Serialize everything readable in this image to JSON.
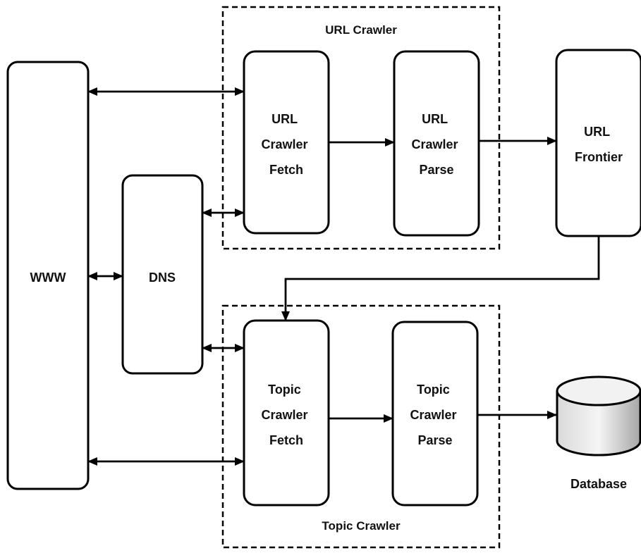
{
  "colors": {
    "stroke": "#000000",
    "fill": "#ffffff",
    "db_top": "#f2f2f2",
    "db_side": "#bdbdbd"
  },
  "groups": {
    "url_crawler": {
      "label": "URL Crawler"
    },
    "topic_crawler": {
      "label": "Topic Crawler"
    }
  },
  "nodes": {
    "www": {
      "lines": [
        "WWW"
      ]
    },
    "dns": {
      "lines": [
        "DNS"
      ]
    },
    "url_fetch": {
      "lines": [
        "URL",
        "Crawler",
        "Fetch"
      ]
    },
    "url_parse": {
      "lines": [
        "URL",
        "Crawler",
        "Parse"
      ]
    },
    "url_frontier": {
      "lines": [
        "URL",
        "Frontier"
      ]
    },
    "topic_fetch": {
      "lines": [
        "Topic",
        "Crawler",
        "Fetch"
      ]
    },
    "topic_parse": {
      "lines": [
        "Topic",
        "Crawler",
        "Parse"
      ]
    },
    "database": {
      "label": "Database",
      "icon": "database-icon"
    }
  },
  "edges": [
    {
      "from": "www",
      "to": "url_fetch",
      "bidirectional": true
    },
    {
      "from": "dns",
      "to": "url_fetch",
      "bidirectional": true
    },
    {
      "from": "www",
      "to": "dns",
      "bidirectional": true
    },
    {
      "from": "dns",
      "to": "topic_fetch",
      "bidirectional": true
    },
    {
      "from": "www",
      "to": "topic_fetch",
      "bidirectional": true
    },
    {
      "from": "url_fetch",
      "to": "url_parse",
      "bidirectional": false
    },
    {
      "from": "url_parse",
      "to": "url_frontier",
      "bidirectional": false
    },
    {
      "from": "url_frontier",
      "to": "topic_fetch",
      "bidirectional": false
    },
    {
      "from": "topic_fetch",
      "to": "topic_parse",
      "bidirectional": false
    },
    {
      "from": "topic_parse",
      "to": "database",
      "bidirectional": false
    }
  ]
}
